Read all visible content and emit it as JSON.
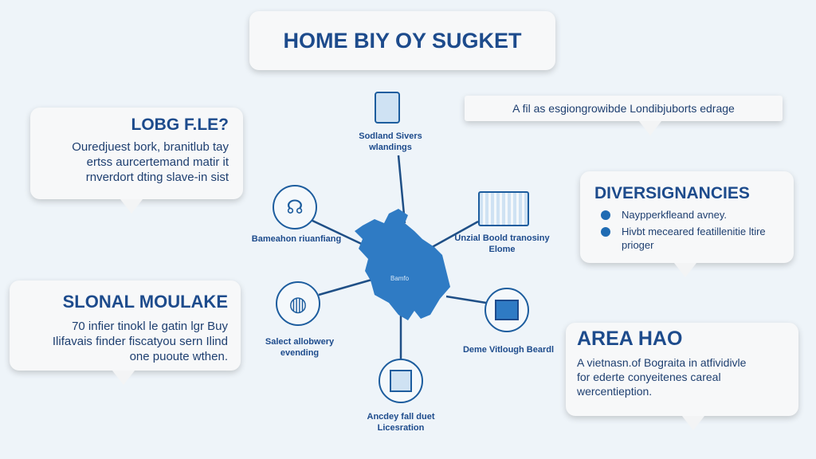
{
  "title": "HOME BIY OY SUGKET",
  "left_top": {
    "heading": "LOBG F.LE?",
    "lines": [
      "Ouredjuest bork, branitlub tay",
      "ertss aurcertemand matir it",
      "rnverdort dting slave-in sist"
    ]
  },
  "left_bottom": {
    "heading": "SLONAL MOULAKE",
    "lines": [
      "70 infier tinokl le gatin lgr Buy",
      "Ilifavais finder fiscatyou sern Ilind",
      "one puoute wthen."
    ]
  },
  "top_right": {
    "text": "A fil as esgiongrowibde Londibjuborts edrage"
  },
  "right_middle": {
    "heading": "DIVERSIGNANCIES",
    "bullets": [
      "Naypperkfleand avney.",
      "Hivbt meceared featillenitie ltire prioger"
    ]
  },
  "right_bottom": {
    "heading": "AREA HAO",
    "lines": [
      "A vietnasn.of Bograita in atfividivle",
      "for ederte conyeitenes careal",
      "wercentieption."
    ]
  },
  "map": {
    "label": "Bamfo",
    "color": "#2f7bc4"
  },
  "nodes": [
    {
      "label": "Sodland Sivers wlandings",
      "icon": "building-icon"
    },
    {
      "label": "Bameahon riuanfiang",
      "icon": "headset-icon"
    },
    {
      "label": "Unzial Boold tranosiny Elome",
      "icon": "computer-icon"
    },
    {
      "label": "Salect allobwery evending",
      "icon": "globe-icon"
    },
    {
      "label": "Deme Vitlough Beardl",
      "icon": "printer-icon"
    },
    {
      "label": "Ancdey fall duet Licesration",
      "icon": "document-icon"
    }
  ]
}
